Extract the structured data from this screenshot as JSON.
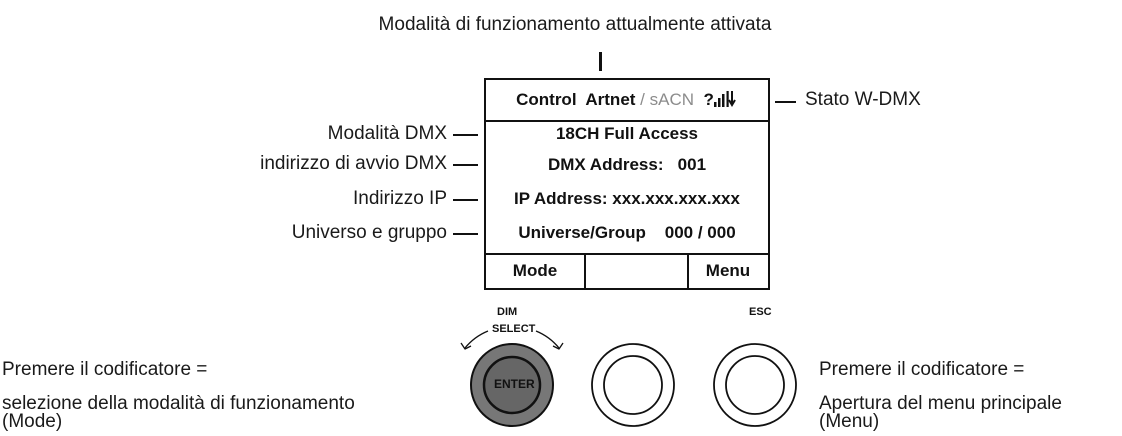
{
  "captions": {
    "top": "Modalità di funzionamento attualmente attivata",
    "status": "Stato W-DMX",
    "dmx_mode": "Modalità DMX",
    "dmx_address": "indirizzo di avvio DMX",
    "ip_address": "Indirizzo IP",
    "universe_group": "Universo e gruppo",
    "left_press": "Premere il codificatore =",
    "left_function_1": "selezione della modalità di funzionamento",
    "left_function_2": "(Mode)",
    "right_press": "Premere il codificatore =",
    "right_function_1": "Apertura del menu principale",
    "right_function_2": "(Menu)"
  },
  "lcd": {
    "control_label": "Control",
    "artnet_label": "Artnet",
    "separator": "/",
    "sacn_label": "sACN",
    "signal_question": "?",
    "mode_line": "18CH Full Access",
    "dmx_address_label": "DMX Address:",
    "dmx_address_value": "001",
    "ip_address_line": "IP Address: xxx.xxx.xxx.xxx",
    "universe_label": "Universe/Group",
    "universe_value": "000 / 000",
    "softkey_left": "Mode",
    "softkey_middle": "",
    "softkey_right": "Menu"
  },
  "controls": {
    "dim_label": "DIM",
    "select_label": "SELECT",
    "enter_label": "ENTER",
    "esc_label": "ESC"
  },
  "colors": {
    "line": "#111111",
    "knob_fill": "#777777",
    "inactive_text": "#8c8c8c"
  }
}
